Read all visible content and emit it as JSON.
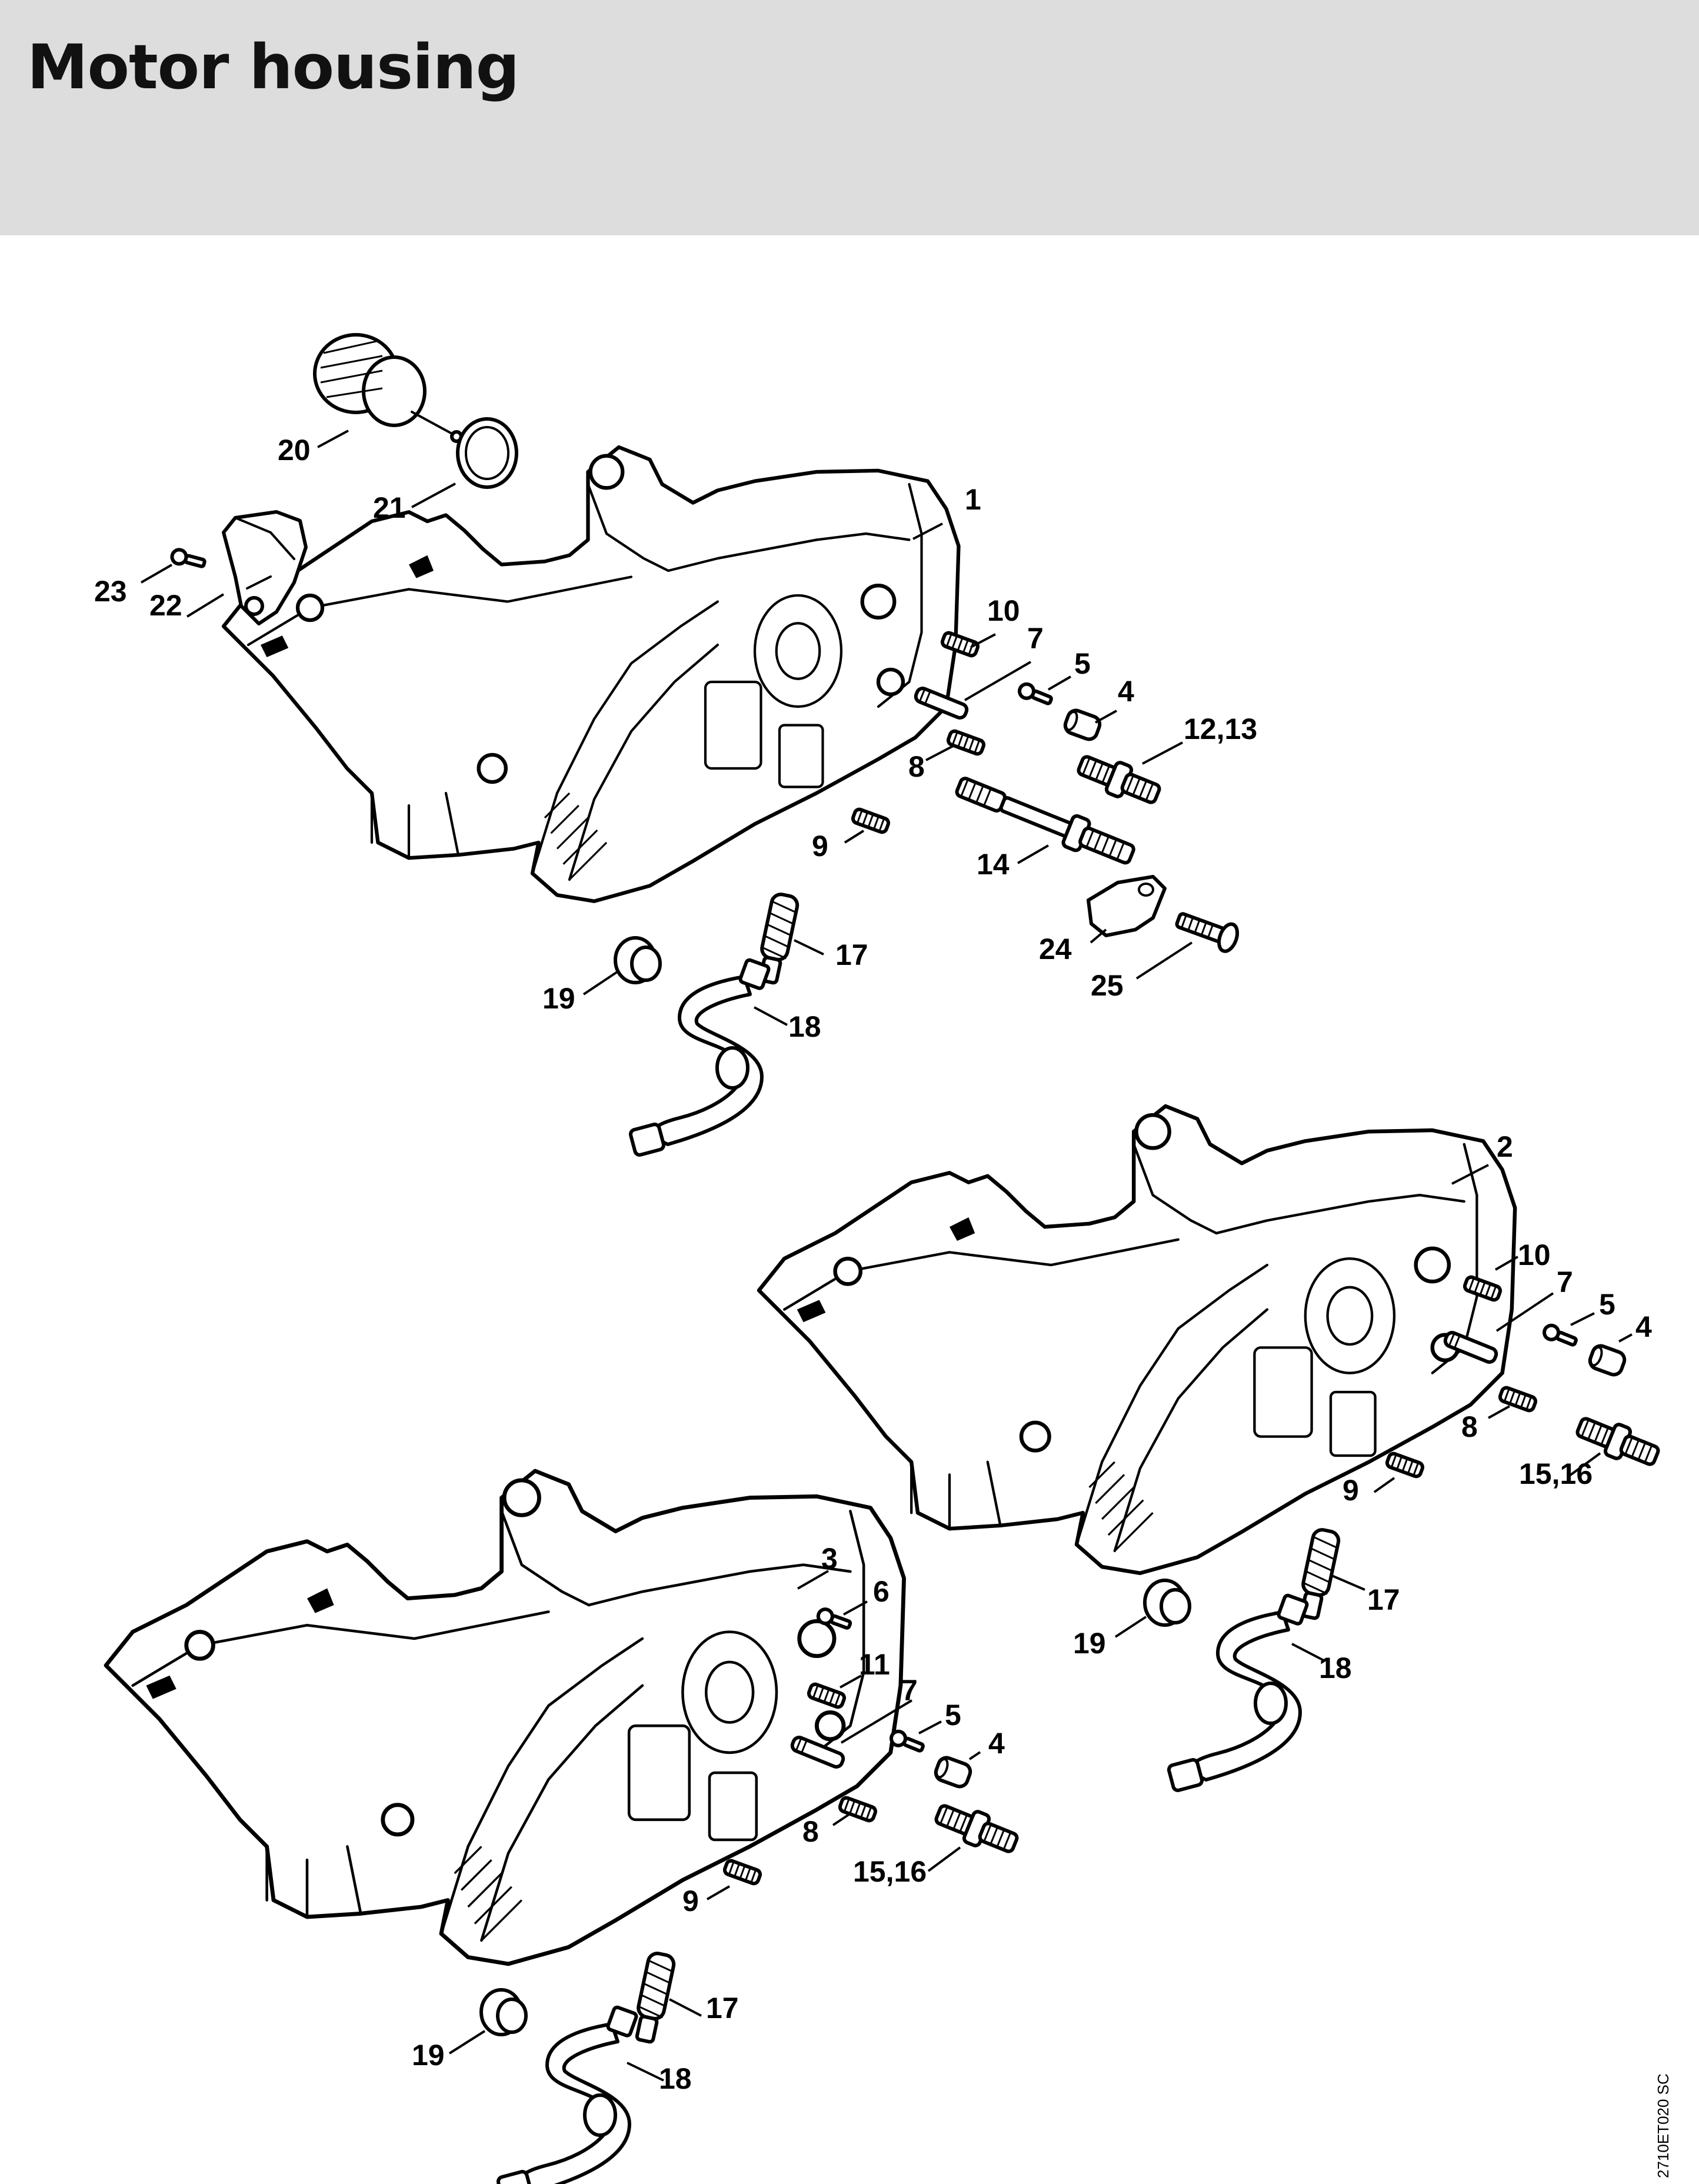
{
  "header": {
    "title": "Motor housing",
    "background_color": "#dcdddc"
  },
  "drawing_id": "2710ET020 SC",
  "assemblies": [
    {
      "name": "upper",
      "callouts": [
        "1",
        "10",
        "7",
        "5",
        "4",
        "12,13",
        "8",
        "9",
        "14",
        "24",
        "25",
        "17",
        "18",
        "19",
        "20",
        "21",
        "22",
        "23"
      ]
    },
    {
      "name": "middle",
      "callouts": [
        "2",
        "10",
        "7",
        "5",
        "4",
        "8",
        "15,16",
        "9",
        "17",
        "18",
        "19"
      ]
    },
    {
      "name": "lower",
      "callouts": [
        "3",
        "6",
        "11",
        "7",
        "5",
        "4",
        "8",
        "15,16",
        "9",
        "17",
        "18",
        "19"
      ]
    }
  ]
}
